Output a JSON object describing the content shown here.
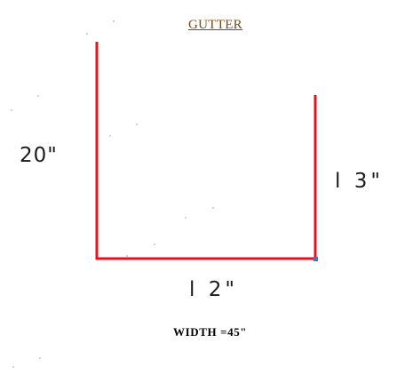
{
  "title": "GUTTER",
  "dimensions": {
    "left_height": "20\"",
    "right_height": "l 3\"",
    "bottom_width": "l 2\""
  },
  "total_width_label": "WIDTH =45\"",
  "colors": {
    "profile_line": "#e8101a",
    "title_text": "#7a4a12",
    "endpoint_marker": "#2a7de1",
    "text": "#1a1a1a"
  },
  "profile": {
    "left_side_in": 20,
    "bottom_in": 12,
    "right_side_in": 13,
    "total_width_in": 45
  }
}
